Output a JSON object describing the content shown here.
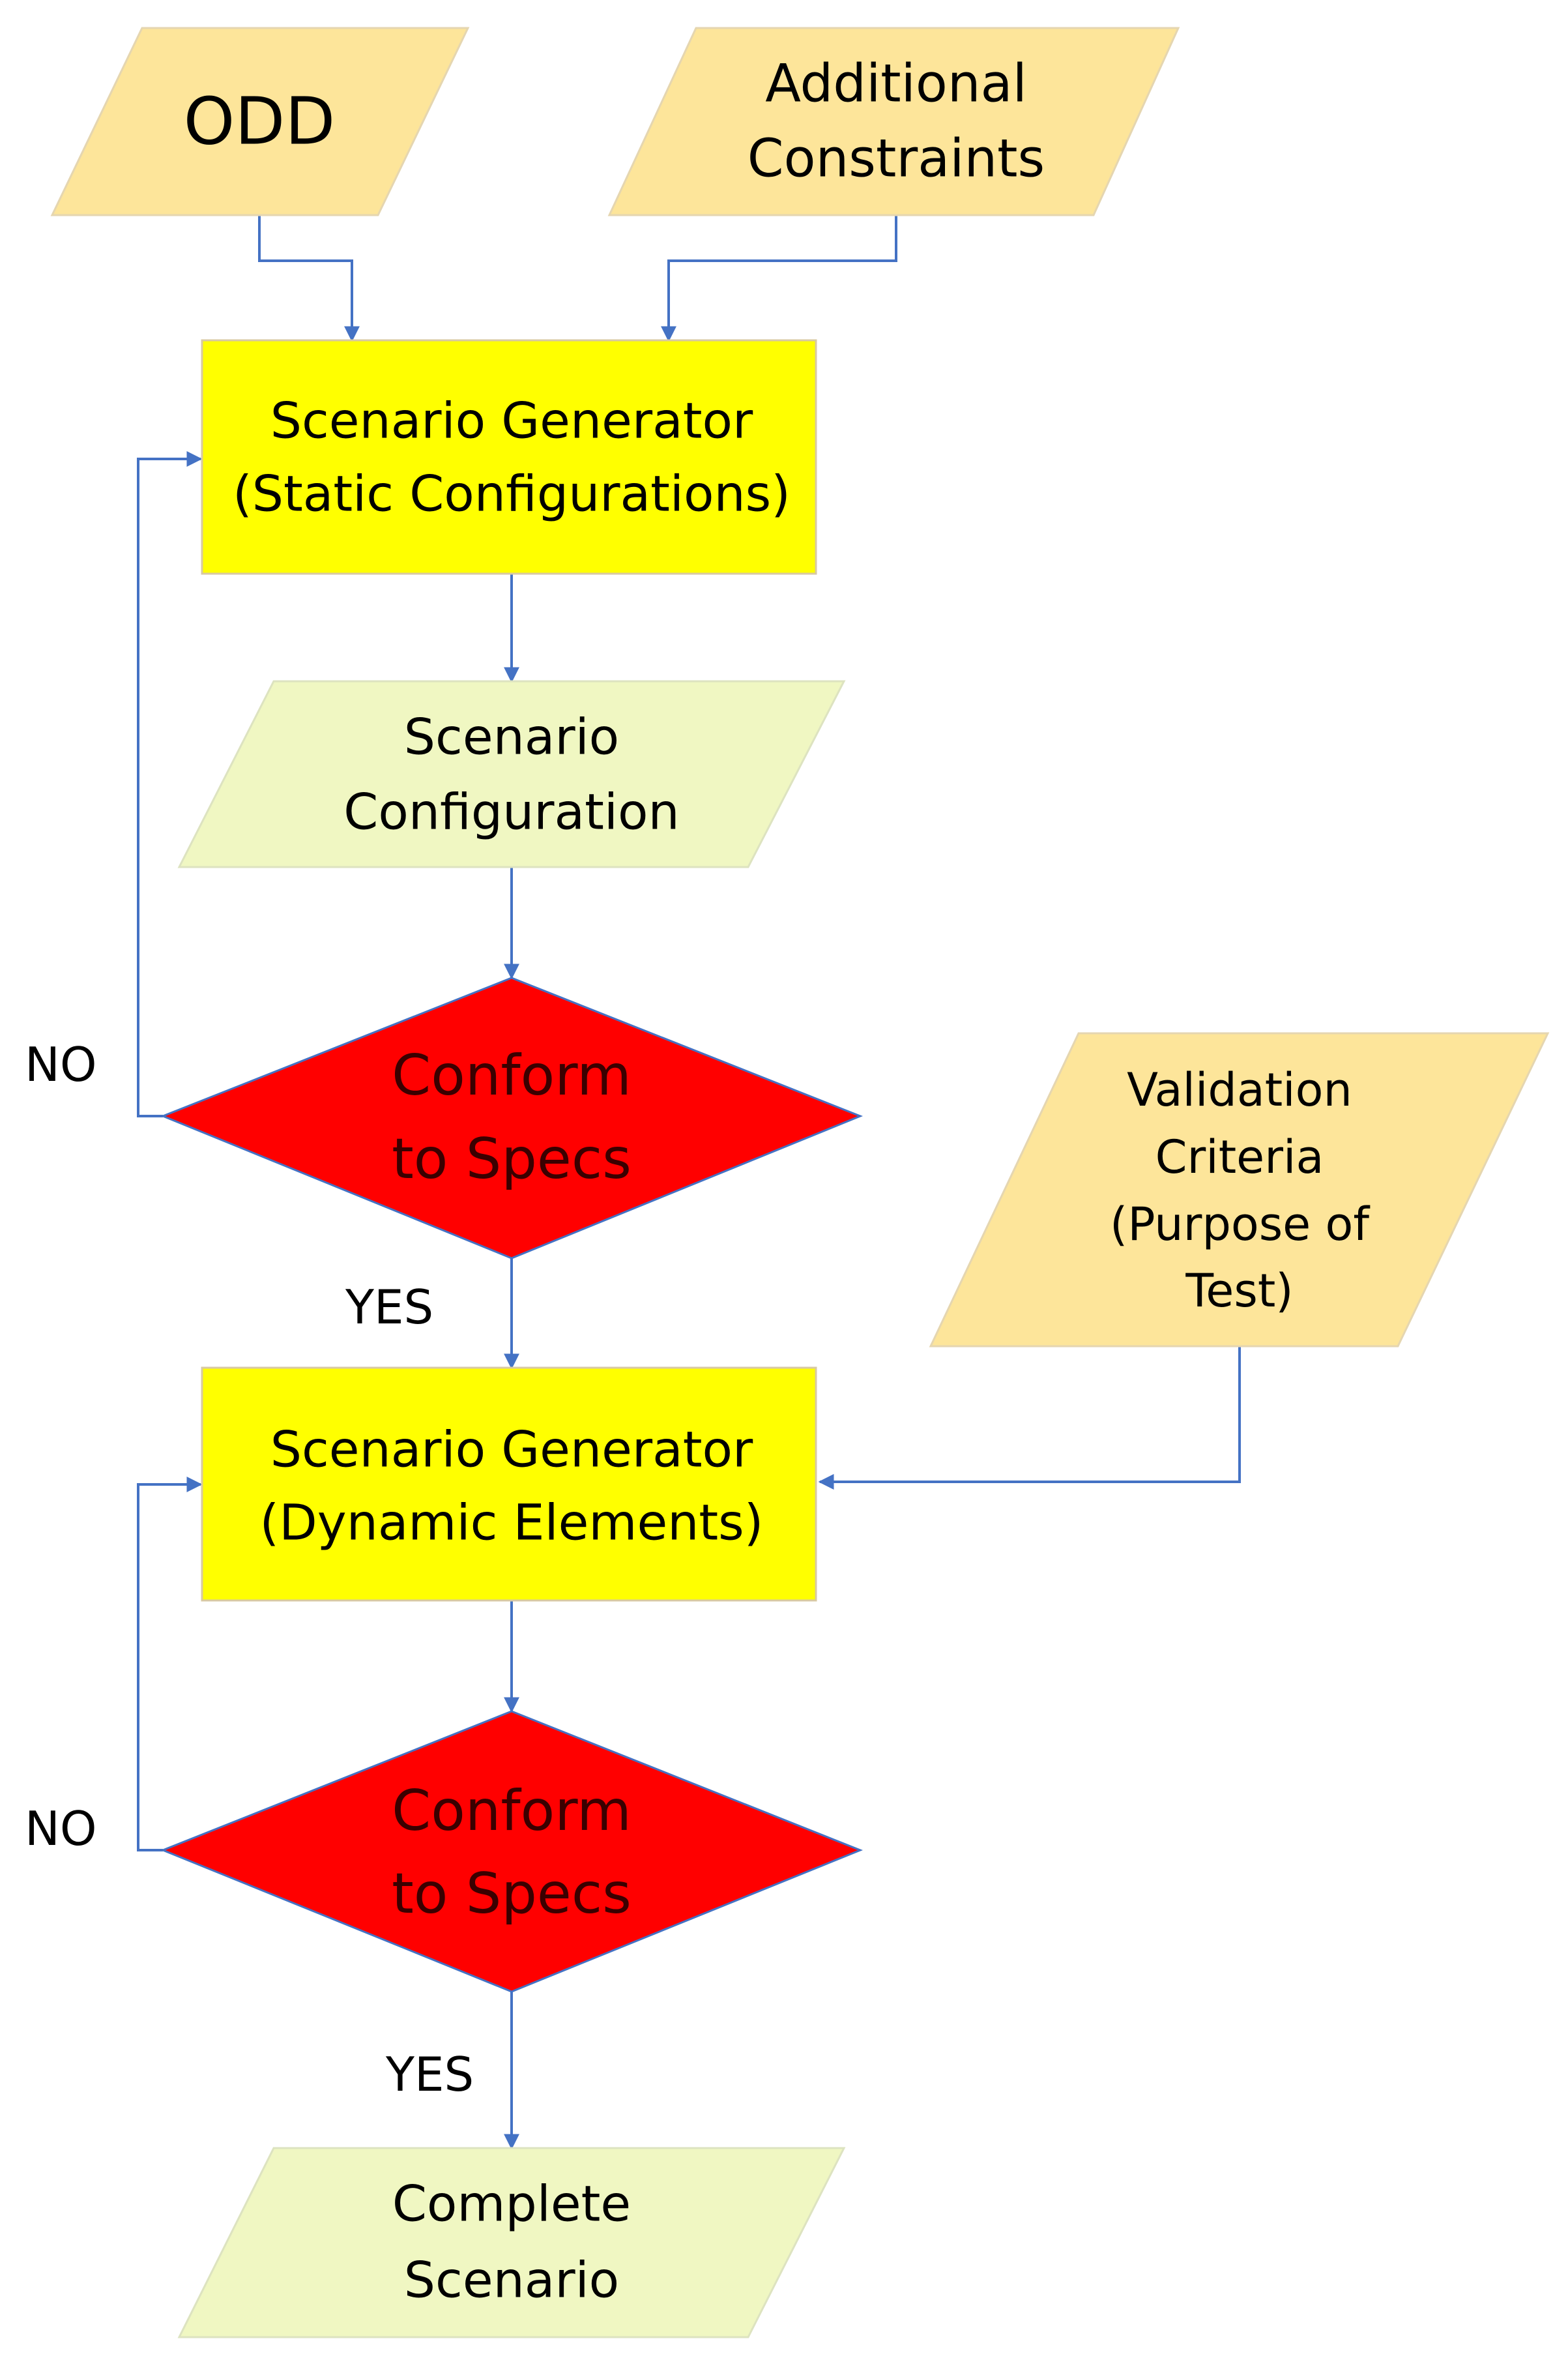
{
  "colors": {
    "input": "#fde59a",
    "input_stroke": "#e5d6b0",
    "process": "#ffff00",
    "process_stroke": "#d8c9a2",
    "output": "#f0f7c2",
    "output_stroke": "#dde3c0",
    "decision": "#ff0000",
    "decision_stroke": "#4472c4",
    "decision_text": "#3a0000",
    "connector": "#4472c4",
    "text": "#000000"
  },
  "nodes": {
    "odd": {
      "line1": "ODD"
    },
    "constraints": {
      "line1": "Additional",
      "line2": "Constraints"
    },
    "static_generator": {
      "line1": "Scenario Generator",
      "line2": "(Static Configurations)"
    },
    "scenario_config": {
      "line1": "Scenario",
      "line2": "Configuration"
    },
    "decision_1": {
      "line1": "Conform",
      "line2": "to Specs"
    },
    "validation": {
      "line1": "Validation",
      "line2": "Criteria",
      "line3": "(Purpose of",
      "line4": "Test)"
    },
    "dynamic_generator": {
      "line1": "Scenario Generator",
      "line2": "(Dynamic Elements)"
    },
    "decision_2": {
      "line1": "Conform",
      "line2": "to Specs"
    },
    "complete": {
      "line1": "Complete",
      "line2": "Scenario"
    }
  },
  "edges": {
    "no_1": "NO",
    "yes_1": "YES",
    "no_2": "NO",
    "yes_2": "YES"
  }
}
